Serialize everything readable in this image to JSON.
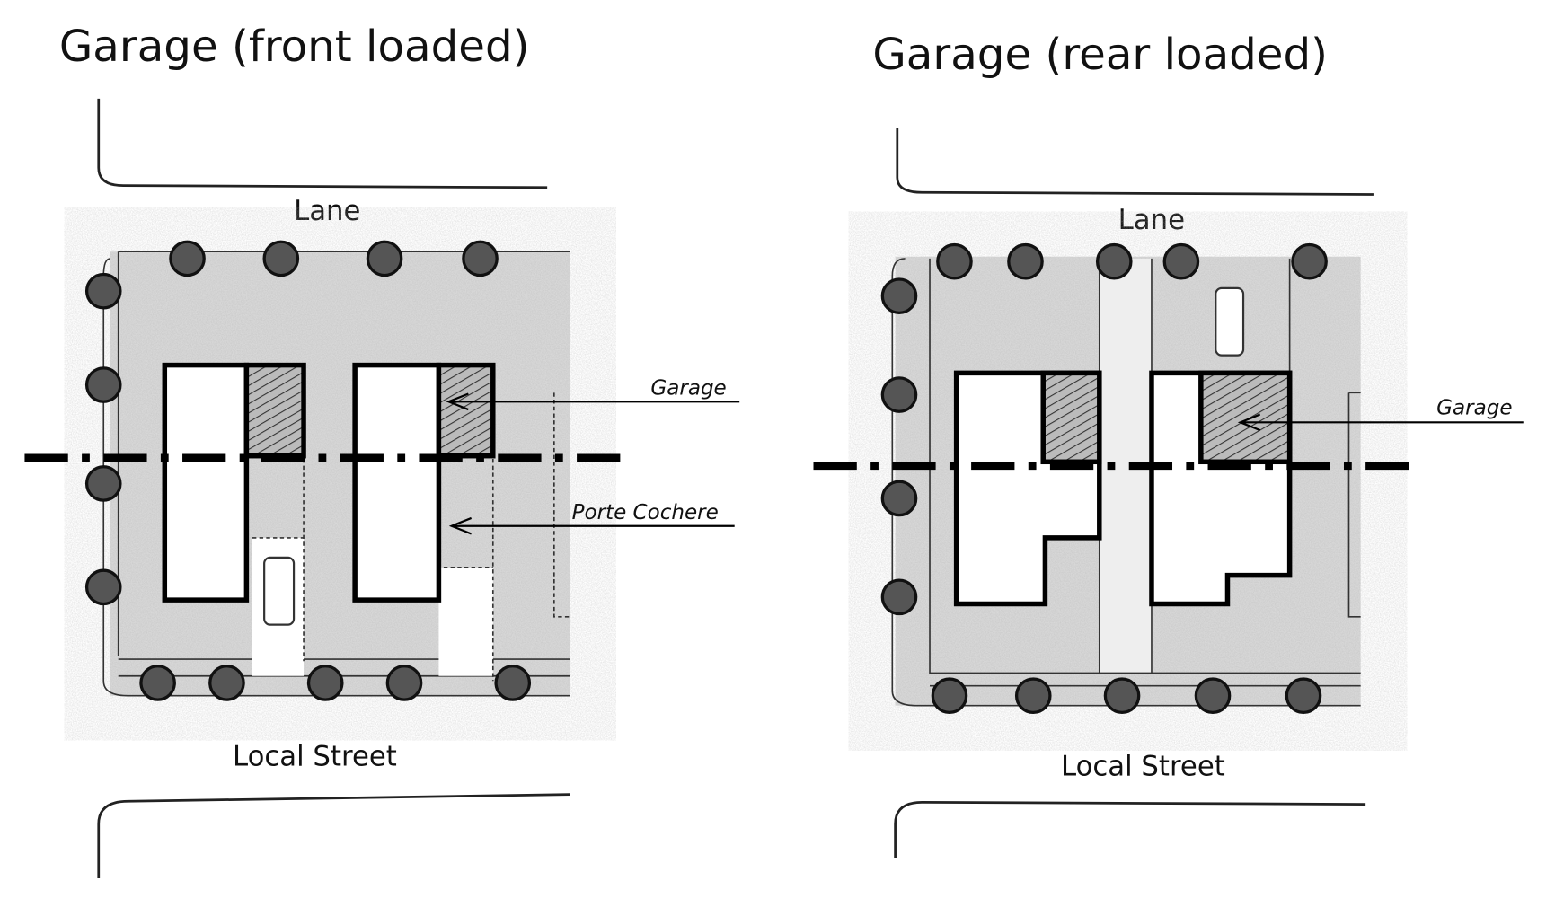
{
  "left_panel": {
    "title": "Garage (front loaded)",
    "lane_label": "Lane",
    "street_label": "Local Street",
    "callouts": [
      "Garage",
      "Porte Cochere"
    ]
  },
  "right_panel": {
    "title": "Garage (rear loaded)",
    "lane_label": "Lane",
    "street_label": "Local Street",
    "callouts": [
      "Garage"
    ]
  },
  "colors": {
    "ink": "#111111",
    "stipple": "#cfcfcf",
    "hatch": "#555555"
  }
}
